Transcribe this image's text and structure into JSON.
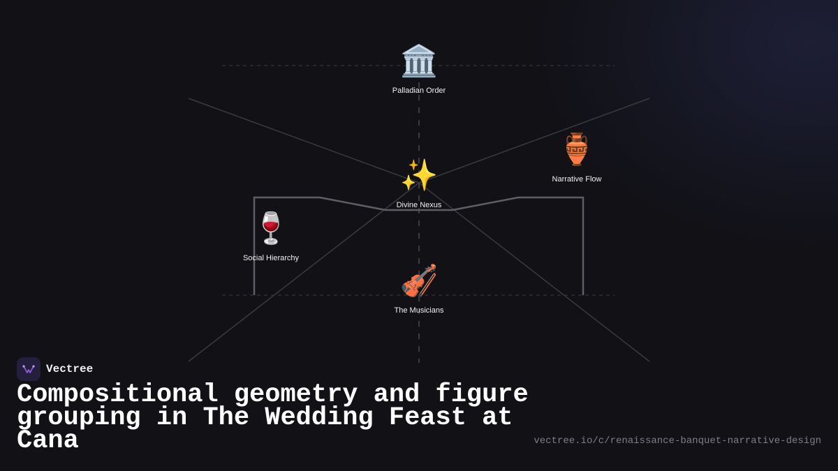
{
  "diagram": {
    "nodes": [
      {
        "id": "palladian",
        "icon": "classical-building-icon",
        "glyph": "🏛️",
        "label": "Palladian Order"
      },
      {
        "id": "narrative",
        "icon": "amphora-icon",
        "glyph": "🏺",
        "label": "Narrative Flow"
      },
      {
        "id": "divine",
        "icon": "sparkles-icon",
        "glyph": "✨",
        "label": "Divine Nexus"
      },
      {
        "id": "social",
        "icon": "wine-glass-icon",
        "glyph": "🍷",
        "label": "Social Hierarchy"
      },
      {
        "id": "musicians",
        "icon": "violin-icon",
        "glyph": "🎻",
        "label": "The Musicians"
      }
    ]
  },
  "brand": {
    "name": "Vectree",
    "logo_color": "#9b5de5"
  },
  "headline": "Compositional geometry and figure grouping in The Wedding Feast at Cana",
  "url": "vectree.io/c/renaissance-banquet-narrative-design",
  "colors": {
    "background": "#111116",
    "line": "#3a3a40",
    "frame": "#5e5e64",
    "text": "#ffffff"
  }
}
